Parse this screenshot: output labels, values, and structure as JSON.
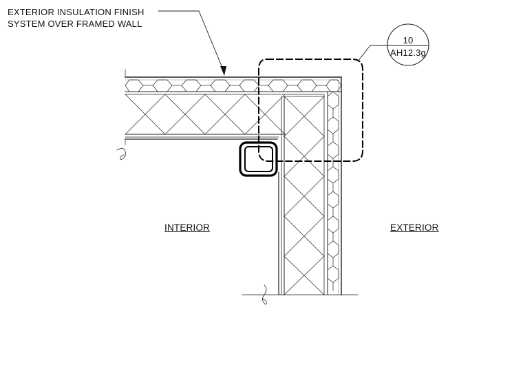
{
  "callout": {
    "line1": "EXTERIOR INSULATION FINISH",
    "line2": "SYSTEM OVER FRAMED WALL"
  },
  "rooms": {
    "interior": "INTERIOR",
    "exterior": "EXTERIOR"
  },
  "detail_tag": {
    "number": "10",
    "sheet": "AH12.3g"
  }
}
